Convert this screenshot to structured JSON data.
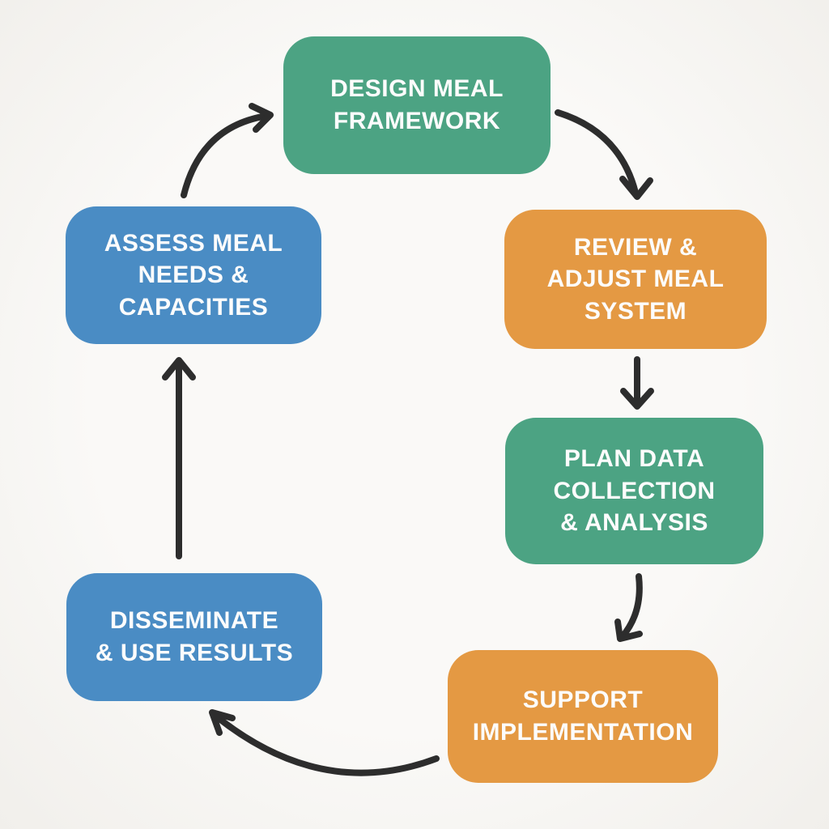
{
  "diagram": {
    "type": "cycle-flowchart",
    "colors": {
      "background": "#F8F7F4",
      "node_green": "#4CA383",
      "node_orange": "#E49943",
      "node_blue": "#4A8CC4",
      "arrow": "#2D2D2D",
      "node_text": "#FCFCFC"
    },
    "nodes": {
      "design": {
        "label": "DESIGN MEAL\nFRAMEWORK",
        "color": "#4CA383"
      },
      "review": {
        "label": "REVIEW &\nADJUST MEAL\nSYSTEM",
        "color": "#E49943"
      },
      "plan": {
        "label": "PLAN DATA\nCOLLECTION\n& ANALYSIS",
        "color": "#4CA383"
      },
      "support": {
        "label": "SUPPORT\nIMPLEMENTATION",
        "color": "#E49943"
      },
      "disseminate": {
        "label": "DISSEMINATE\n& USE RESULTS",
        "color": "#4A8CC4"
      },
      "assess": {
        "label": "ASSESS MEAL\nNEEDS &\nCAPACITIES",
        "color": "#4A8CC4"
      }
    },
    "edges": [
      {
        "from": "design",
        "to": "review"
      },
      {
        "from": "review",
        "to": "plan"
      },
      {
        "from": "plan",
        "to": "support"
      },
      {
        "from": "support",
        "to": "disseminate"
      },
      {
        "from": "disseminate",
        "to": "assess"
      },
      {
        "from": "assess",
        "to": "design"
      }
    ]
  }
}
